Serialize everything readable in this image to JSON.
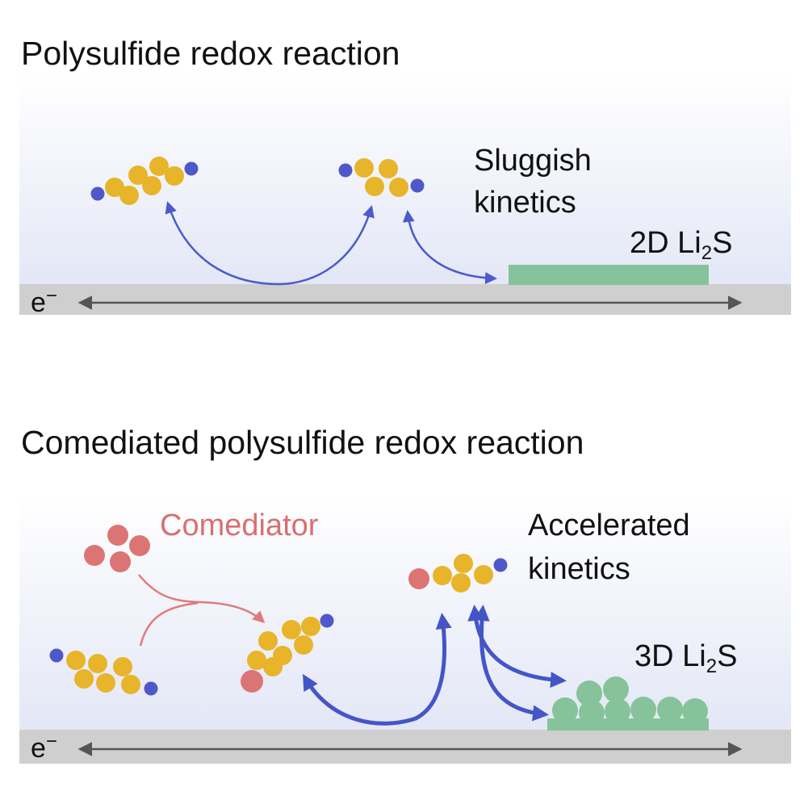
{
  "panel_top": {
    "title": "Polysulfide redox reaction",
    "kinetics": {
      "line1": "Sluggish",
      "line2": "kinetics"
    },
    "product": {
      "prefix": "2D Li",
      "subscript": "2",
      "suffix": "S"
    },
    "electron": {
      "symbol": "e",
      "charge": "−"
    }
  },
  "panel_bottom": {
    "title": "Comediated polysulfide redox reaction",
    "comediator": "Comediator",
    "kinetics": {
      "line1": "Accelerated",
      "line2": "kinetics"
    },
    "product": {
      "prefix": "3D Li",
      "subscript": "2",
      "suffix": "S"
    },
    "electron": {
      "symbol": "e",
      "charge": "−"
    }
  },
  "colors": {
    "sulfur": "#e7b42a",
    "lithium": "#4f58c9",
    "comediator": "#dc7474",
    "li2s": "#86c39a",
    "arrow_blue": "#4c5bc9",
    "arrow_red": "#df7b7b",
    "electrode": "#cfcfcf",
    "electrolyte_bottom": "#e3e7f6"
  }
}
